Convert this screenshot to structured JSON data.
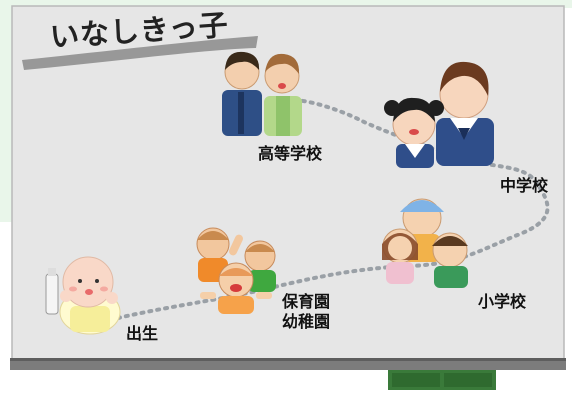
{
  "title": "いなしきっ子",
  "stages": [
    {
      "id": "birth",
      "label": "出生"
    },
    {
      "id": "preschool",
      "label_line1": "保育園",
      "label_line2": "幼稚園"
    },
    {
      "id": "elementary",
      "label": "小学校"
    },
    {
      "id": "junior-high",
      "label": "中学校"
    },
    {
      "id": "high-school",
      "label": "高等学校"
    }
  ],
  "colors": {
    "board": "#e6e6e6",
    "board_border": "#a9a9a9",
    "board_tray": "#777777",
    "eraser": "#3a7a3a",
    "green_band": "#e9f6ea",
    "path_dots": "#9aa0a6"
  },
  "icons": [
    "baby-icon",
    "preschool-children-icon",
    "elementary-children-icon",
    "junior-high-students-icon",
    "high-school-students-icon"
  ]
}
